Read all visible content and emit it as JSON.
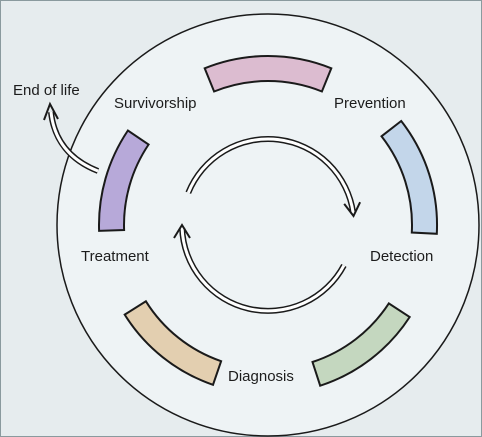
{
  "diagram": {
    "stages": [
      {
        "label": "Survivorship",
        "color": "#b7a9d9"
      },
      {
        "label": "Prevention",
        "color": "#c3d6ea"
      },
      {
        "label": "Detection",
        "color": "#c4d7bf"
      },
      {
        "label": "Diagnosis",
        "color": "#e3cfb0"
      },
      {
        "label": "Treatment",
        "color": "#b7a9d9"
      },
      {
        "label": "",
        "color": "#dcbcd0"
      }
    ],
    "exit_label": "End of life",
    "colors": {
      "page_background": "#e6ecee",
      "circle_fill": "#eef3f5",
      "outline": "#1a1a1a"
    }
  }
}
